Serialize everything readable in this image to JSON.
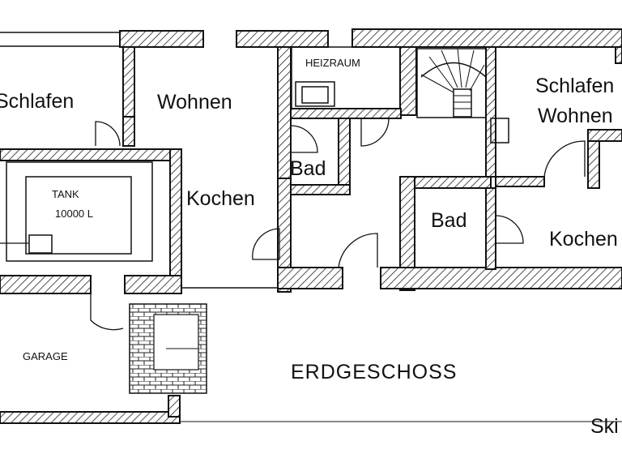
{
  "plan": {
    "rooms_left": {
      "schlafen": "Schlafen",
      "wohnen": "Wohnen",
      "kochen": "Kochen",
      "bad": "Bad"
    },
    "rooms_right": {
      "schlafen_wohnen_line1": "Schlafen",
      "schlafen_wohnen_line2": "Wohnen",
      "bad": "Bad",
      "kochen": "Kochen"
    },
    "heizraum": "HEIZRAUM",
    "tank_line1": "TANK",
    "tank_line2": "10000 L",
    "garage": "GARAGE",
    "floor_title": "ERDGESCHOSS",
    "corner_text": "Ski"
  }
}
